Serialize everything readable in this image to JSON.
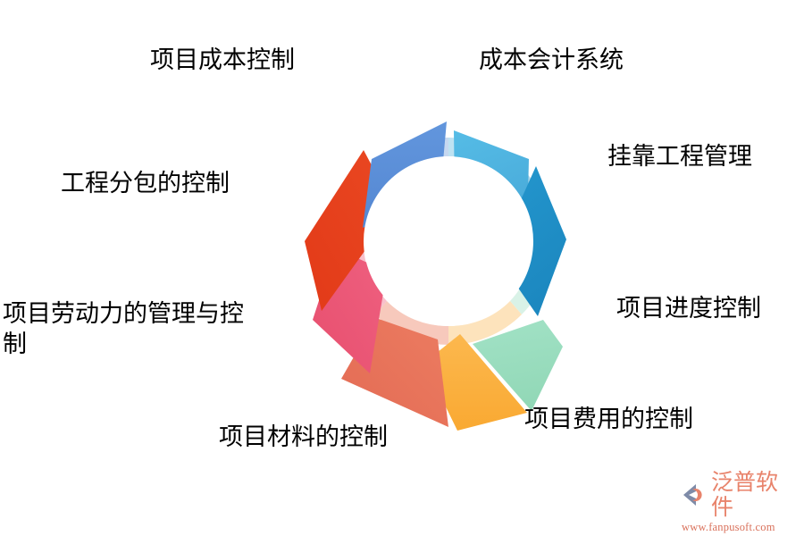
{
  "diagram": {
    "type": "segmented-ring-cycle",
    "segment_count": 8,
    "center_fill": "#ffffff",
    "background": "#ffffff",
    "segments": [
      {
        "id": "cost-accounting",
        "label": "成本会计系统",
        "color": "#4FB3DF",
        "inner_color": "#BEE2F2",
        "angle_deg": 337.5
      },
      {
        "id": "affiliated",
        "label": "挂靠工程管理",
        "color": "#2090C9",
        "inner_color": "#AFD6EA",
        "angle_deg": 22.5
      },
      {
        "id": "schedule",
        "label": "项目进度控制",
        "color": "#9BDEBF",
        "inner_color": "#D9F2E7",
        "angle_deg": 67.5
      },
      {
        "id": "expense",
        "label": "项目费用的控制",
        "color": "#FBB040",
        "inner_color": "#FDE3BC",
        "angle_deg": 112.5
      },
      {
        "id": "material",
        "label": "项目材料的控制",
        "color": "#E8755B",
        "inner_color": "#F7C9BC",
        "angle_deg": 157.5
      },
      {
        "id": "labor",
        "label": "项目劳动力的管理与控\n制",
        "color": "#EC5877",
        "inner_color": "#F8C0CB",
        "angle_deg": 202.5
      },
      {
        "id": "subcontract",
        "label": "工程分包的控制",
        "color": "#E8411E",
        "inner_color": "#F4BBAC",
        "angle_deg": 247.5
      },
      {
        "id": "cost-control",
        "label": "项目成本控制",
        "color": "#5B8FD9",
        "inner_color": "#C6D8F0",
        "angle_deg": 292.5
      }
    ]
  },
  "labels": {
    "cost_control": "项目成本控制",
    "cost_accounting": "成本会计系统",
    "affiliated_engineering": "挂靠工程管理",
    "project_schedule": "项目进度控制",
    "project_expense": "项目费用的控制",
    "project_material": "项目材料的控制",
    "project_labor": "项目劳动力的管理与控\n制",
    "subcontract_control": "工程分包的控制"
  },
  "watermark": {
    "brand": "泛普软件",
    "url": "www.fanpusoft.com",
    "brand_color": "#E8836B",
    "mark_colors": [
      "#7E8BA8",
      "#E8836B"
    ]
  }
}
